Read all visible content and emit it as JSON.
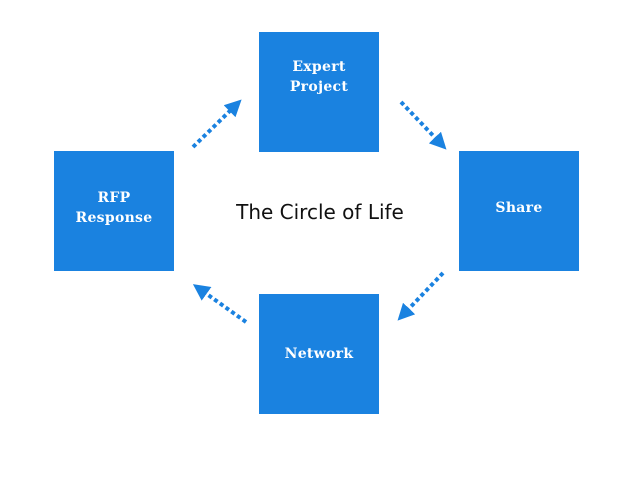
{
  "diagram": {
    "center_title": "The Circle of Life",
    "nodes": {
      "top": "Expert\nProject",
      "right": "Share",
      "bottom": "Network",
      "left": "RFP\nResponse"
    },
    "colors": {
      "box": "#1a82e0",
      "arrow": "#1a82e0",
      "box_text": "#ffffff",
      "title_text": "#111111"
    }
  }
}
